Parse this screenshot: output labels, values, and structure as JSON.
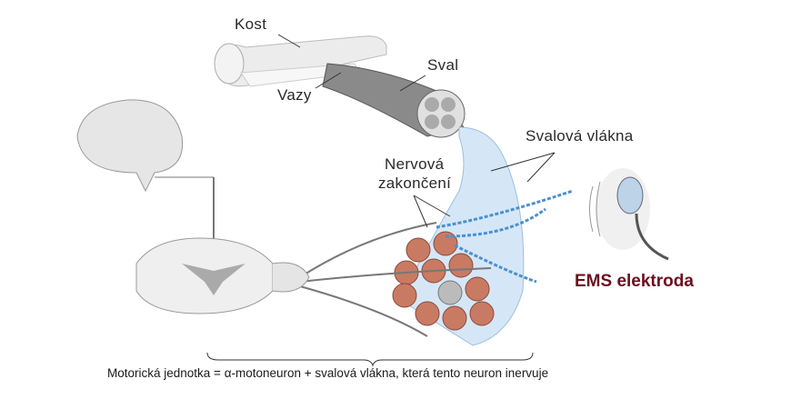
{
  "labels": {
    "bone": "Kost",
    "ligaments": "Vazy",
    "muscle": "Sval",
    "muscle_fibers": "Svalová vlákna",
    "nerve_endings_line1": "Nervová",
    "nerve_endings_line2": "zakončení",
    "electrode": "EMS elektroda"
  },
  "caption": "Motorická jednotka = α-motoneuron + svalová vlákna, která tento neuron inervuje",
  "colors": {
    "electrode_label": "#6b0f1f",
    "fiber_blue": "#cfe3f5",
    "nerve_blue": "#4a90d0",
    "fascicle_red": "#c97a62",
    "gray": "#d9d9d9"
  }
}
